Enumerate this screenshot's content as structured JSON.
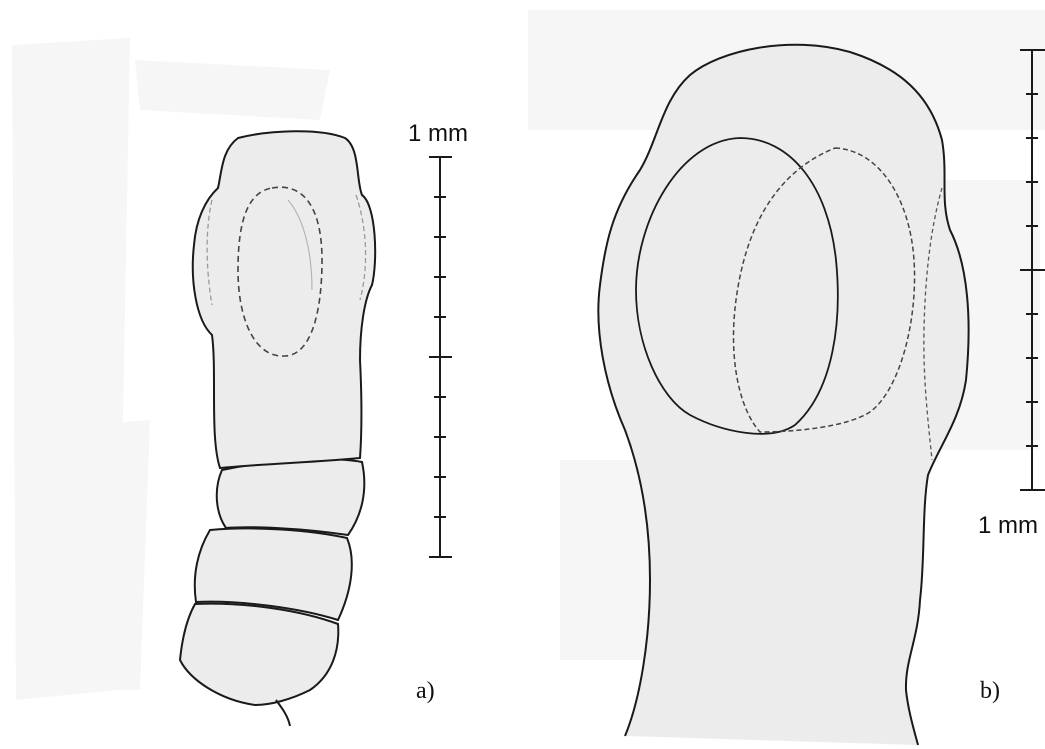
{
  "panels": [
    {
      "id": "a",
      "label": "a)",
      "scale_label": "1 mm",
      "scale_ticks": 10
    },
    {
      "id": "b",
      "label": "b)",
      "scale_label": "1 mm",
      "scale_ticks": 10
    }
  ],
  "colors": {
    "specimen_fill": "#ececec",
    "outline": "#1a1a1a",
    "dashed_outline": "#444444",
    "background": "#ffffff",
    "backdrop": "#f6f6f6"
  }
}
